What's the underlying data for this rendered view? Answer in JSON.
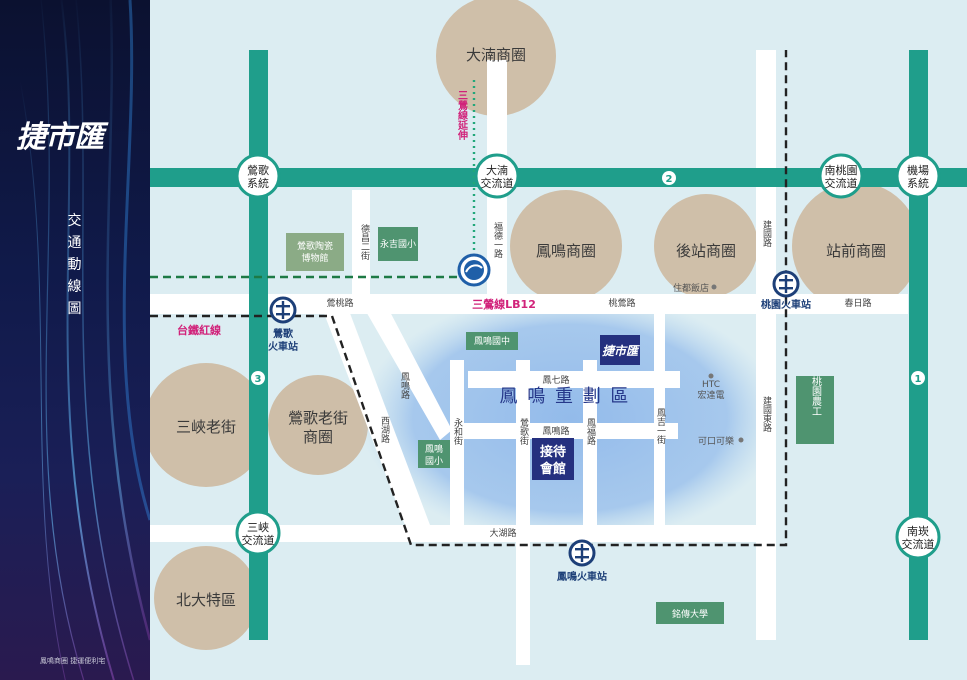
{
  "brand": "捷市匯",
  "title_chars": [
    "交",
    "通",
    "動",
    "線",
    "圖"
  ],
  "footnote": "鳳鳴商圈 捷運便利宅",
  "interchanges": {
    "yingge": "鶯歌\n系統",
    "daqing": "大湳\n交流道",
    "nantaoyuan": "南桃園\n交流道",
    "airport": "機場\n系統",
    "sanxia": "三峽\n交流道",
    "nankan": "南崁\n交流道"
  },
  "route_numbers": {
    "r2": "2",
    "r3": "3",
    "r1": "1"
  },
  "districts": {
    "danan": "大湳商圈",
    "fengming": "鳳鳴商圈",
    "houzhan": "後站商圈",
    "zhanqian": "站前商圈",
    "sanxia_old": "三峽老街",
    "yingge_old": "鶯歌老街\n商圈",
    "ntpu": "北大特區"
  },
  "places": {
    "ceramics_museum": "鶯歌陶瓷\n博物館",
    "yongji": "永吉國小",
    "fengming_junior": "鳳鳴國中",
    "fengming_elem": "鳳鳴\n國小",
    "taoyuan_agri": "桃園農工",
    "ming_chuan": "銘傳大學",
    "zhuduo": "住都飯店",
    "htc": "HTC\n宏達電",
    "coca": "可口可樂",
    "reception": "接待\n會館",
    "project_badge": "捷市匯"
  },
  "stations": {
    "lb12": "三鶯線LB12",
    "sanying_ext": "三鶯線延伸",
    "taiwan_red_line": "台鐵紅線",
    "yingge_station": "鶯歌\n火車站",
    "taoyuan_station": "桃園火車站",
    "fengming_station": "鳳鳴火車站"
  },
  "zone": "鳳 鳴 重 劃 區",
  "roads": {
    "yingtao": "鶯桃路",
    "taoying": "桃鶯路",
    "chunri": "春日路",
    "feng7": "鳳七路",
    "fengming_rd": "鳳鳴路",
    "dahu": "大湖路",
    "fuder1": "福德一路",
    "dechang2": "德昌二街",
    "jianguo_road": "建國路",
    "jianguo_east": "建國東路",
    "fengming_road_diag": "鳳鳴路",
    "xihu": "西湖路",
    "yonghe": "永和街",
    "yingge_st": "鶯歌街",
    "fengfu": "鳳福路",
    "fengji1": "鳳吉一街"
  }
}
